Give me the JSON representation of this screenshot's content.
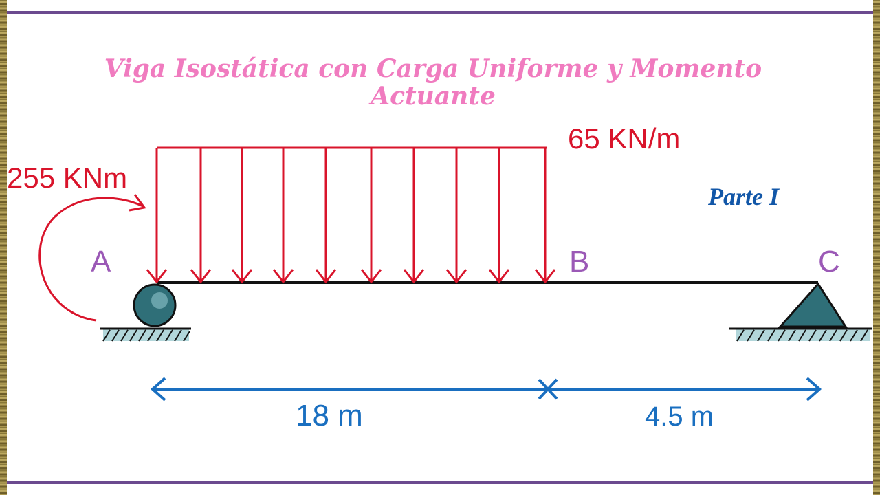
{
  "title": "Viga Isostática con Carga Uniforme y Momento Actuante",
  "part_label": "Parte I",
  "load": {
    "distributed": "65 KN/m",
    "moment": "255 KNm"
  },
  "points": {
    "a": "A",
    "b": "B",
    "c": "C"
  },
  "dimensions": {
    "span_ab": "18 m",
    "span_bc": "4.5 m"
  },
  "colors": {
    "load": "#d9142b",
    "points": "#9b59b6",
    "dimension": "#1a6fc0",
    "title": "#f07bbf",
    "part": "#1257a8"
  }
}
